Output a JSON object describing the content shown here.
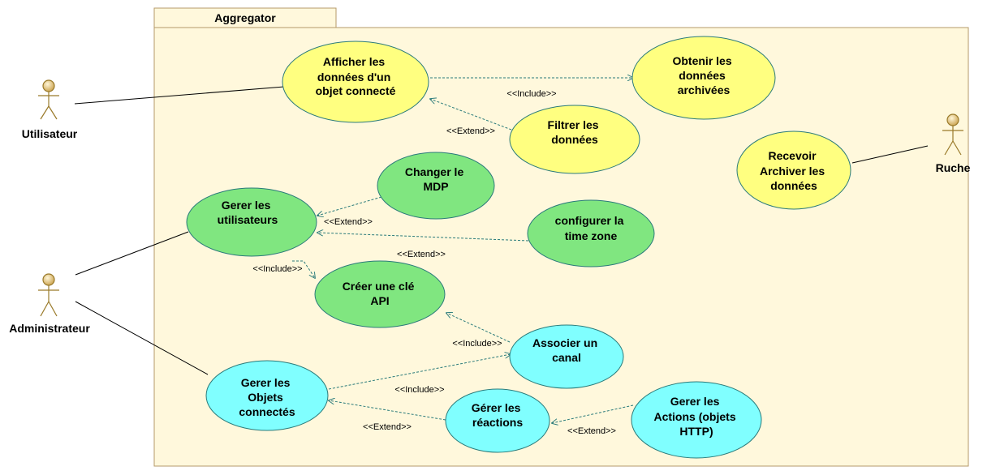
{
  "package": {
    "title": "Aggregator"
  },
  "actors": {
    "utilisateur": "Utilisateur",
    "administrateur": "Administrateur",
    "ruche": "Ruche"
  },
  "use_cases": {
    "afficher": [
      "Afficher les",
      "données d'un",
      "objet connecté"
    ],
    "obtenir": [
      "Obtenir les",
      "données",
      "archivées"
    ],
    "filtrer": [
      "Filtrer les",
      "données"
    ],
    "recevoir": [
      "Recevoir",
      "Archiver les",
      "données"
    ],
    "changer_mdp": [
      "Changer le",
      "MDP"
    ],
    "gerer_utilisateurs": [
      "Gerer les",
      "utilisateurs"
    ],
    "timezone": [
      "configurer la",
      "time zone"
    ],
    "cle_api": [
      "Créer une clé",
      "API"
    ],
    "associer_canal": [
      "Associer un",
      "canal"
    ],
    "gerer_objets": [
      "Gerer les",
      "Objets",
      "connectés"
    ],
    "gerer_reactions": [
      "Gérer les",
      "réactions"
    ],
    "gerer_actions": [
      "Gerer les",
      "Actions (objets",
      "HTTP)"
    ]
  },
  "relations": {
    "include_obtenir": "<<Include>>",
    "extend_filtrer": "<<Extend>>",
    "extend_mdp": "<<Extend>>",
    "extend_timezone": "<<Extend>>",
    "include_cle": "<<Include>>",
    "include_canal_cle": "<<Include>>",
    "include_objets_canal": "<<Include>>",
    "extend_reactions": "<<Extend>>",
    "extend_actions": "<<Extend>>"
  },
  "colors": {
    "package_fill": "#fff8dc",
    "package_border": "#b49a6a",
    "yellow_uc": "#ffff80",
    "green_uc": "#80e680",
    "cyan_uc": "#80ffff",
    "actor_fill": "#e6c87a",
    "dependency_line": "#2a7a7a"
  }
}
